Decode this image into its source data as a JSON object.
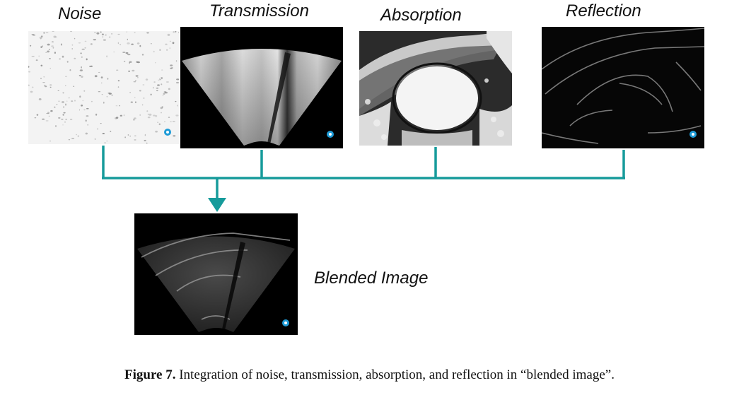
{
  "figure": {
    "panels": {
      "noise": {
        "label": "Noise"
      },
      "transmission": {
        "label": "Transmission"
      },
      "absorption": {
        "label": "Absorption"
      },
      "reflection": {
        "label": "Reflection"
      },
      "blended": {
        "label": "Blended Image"
      }
    },
    "caption": {
      "prefix": "Figure 7.",
      "text": "Integration of noise, transmission, absorption, and reflection in “blended image”."
    },
    "colors": {
      "connector": "#169b9b",
      "watermark": "#1e9bd7"
    },
    "icons": [
      "logo-watermark-icon",
      "arrow-down-icon"
    ]
  }
}
